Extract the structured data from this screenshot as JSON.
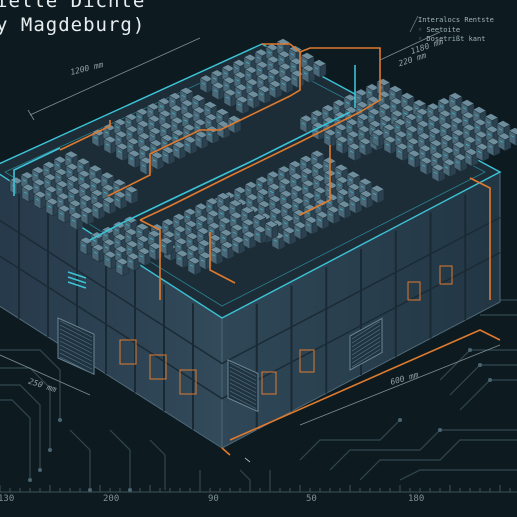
{
  "title": {
    "line1": "ielle Dichte",
    "line2": "y Magdeburg)"
  },
  "legend": [
    "Interalocs Rentste",
    "◦ Seetoite",
    "◦ Dosetrißt kant"
  ],
  "dimensions": {
    "top_left": "1200 mm",
    "top_right_a": "1180 mm",
    "top_right_b": "220 mm",
    "bottom_left": "250 mm",
    "bottom_right": "600 mm"
  },
  "axis_ticks": [
    "130",
    "200",
    "90",
    "50",
    "180"
  ],
  "colors": {
    "background": "#0d1b21",
    "wall": "#2c4250",
    "roof_edge": "#3cc3d6",
    "cable_orange": "#e07a2e",
    "rack": "#3b5564",
    "circuit": "#33474f"
  }
}
